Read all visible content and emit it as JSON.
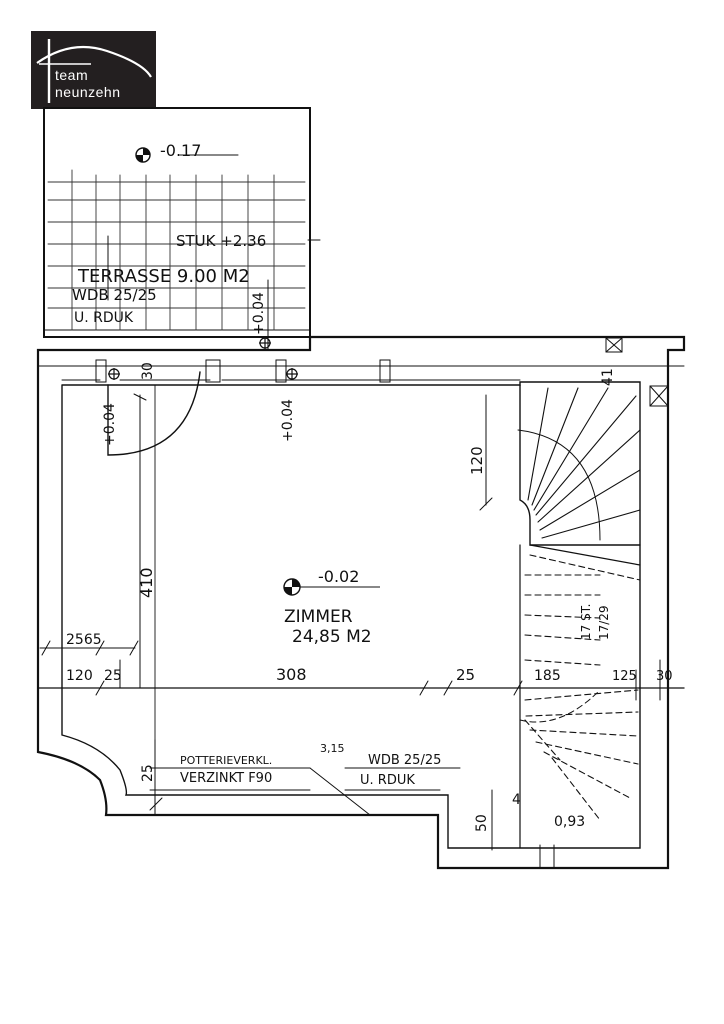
{
  "logo": {
    "line1": "team",
    "line2": "neunzehn"
  },
  "terrace": {
    "level": "-0.17",
    "stuk": "STUK +2.36",
    "name": "TERRASSE 9.00 M2",
    "wdb": "WDB 25/25",
    "rduk": "U. RDUK",
    "vertical_level": "+0.04"
  },
  "room": {
    "name": "ZIMMER",
    "area": "24,85 M2",
    "level": "-0.02"
  },
  "levels": {
    "left": "+0.04",
    "mid": "+0.04"
  },
  "dimensions": {
    "d30": "30",
    "d120_top": "120",
    "d410": "410",
    "d2565": "2565",
    "d120": "120",
    "d25a": "25",
    "d308": "308",
    "d25b": "25",
    "d185": "185",
    "d125": "125",
    "d30b": "30",
    "d25c": "25",
    "d50": "50",
    "d41": "41"
  },
  "stair": {
    "label": "17 ST. 17/29",
    "label_a": "17 ST.",
    "label_b": "17/29",
    "foot": "0,93",
    "num4": "4"
  },
  "notes": {
    "potterie": "POTTERIEVERKL.",
    "verzinkt": "VERZINKT F90",
    "num": "3,15",
    "wdb": "WDB 25/25",
    "rduk": "U. RDUK"
  }
}
